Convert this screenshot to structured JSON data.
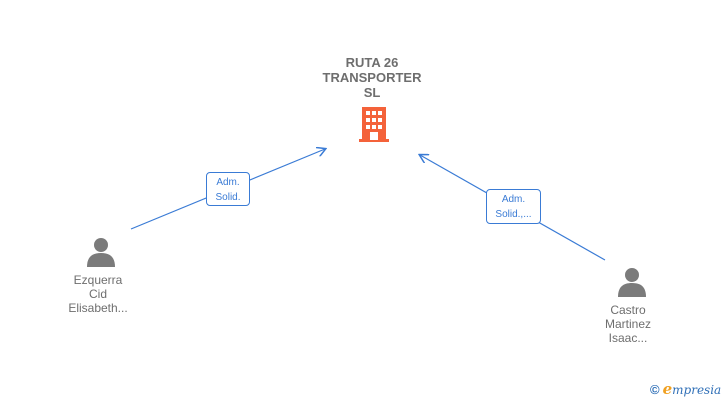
{
  "company": {
    "name_lines": [
      "RUTA 26",
      "TRANSPORTER",
      "SL"
    ],
    "icon": "building-icon",
    "color": "#f4623a"
  },
  "people": [
    {
      "icon": "person-icon",
      "name_lines": [
        "Ezquerra",
        "Cid",
        "Elisabeth..."
      ],
      "role_lines": [
        "Adm.",
        "Solid."
      ]
    },
    {
      "icon": "person-icon",
      "name_lines": [
        "Castro",
        "Martinez",
        "Isaac..."
      ],
      "role_lines": [
        "Adm.",
        "Solid.,..."
      ]
    }
  ],
  "colors": {
    "link": "#3a7bd5",
    "text": "#6e6e6e",
    "person": "#7b7b7b"
  },
  "footer": {
    "copyright_symbol": "©",
    "brand_initial": "e",
    "brand_rest": "mpresia"
  }
}
